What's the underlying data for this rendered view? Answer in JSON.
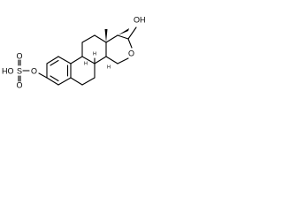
{
  "structure": {
    "atoms": {
      "hydroxyl": "OH",
      "ring_oxygen": "O",
      "sulfate_oh": "OH",
      "sulfate_o_top": "O",
      "sulfate_o_bottom": "O",
      "sulfur": "S",
      "ester_oxygen": "O",
      "sulfate_group": "HO"
    },
    "stereo_hydrogens": {
      "h8": "H",
      "h9": "H",
      "h14": "H"
    }
  }
}
